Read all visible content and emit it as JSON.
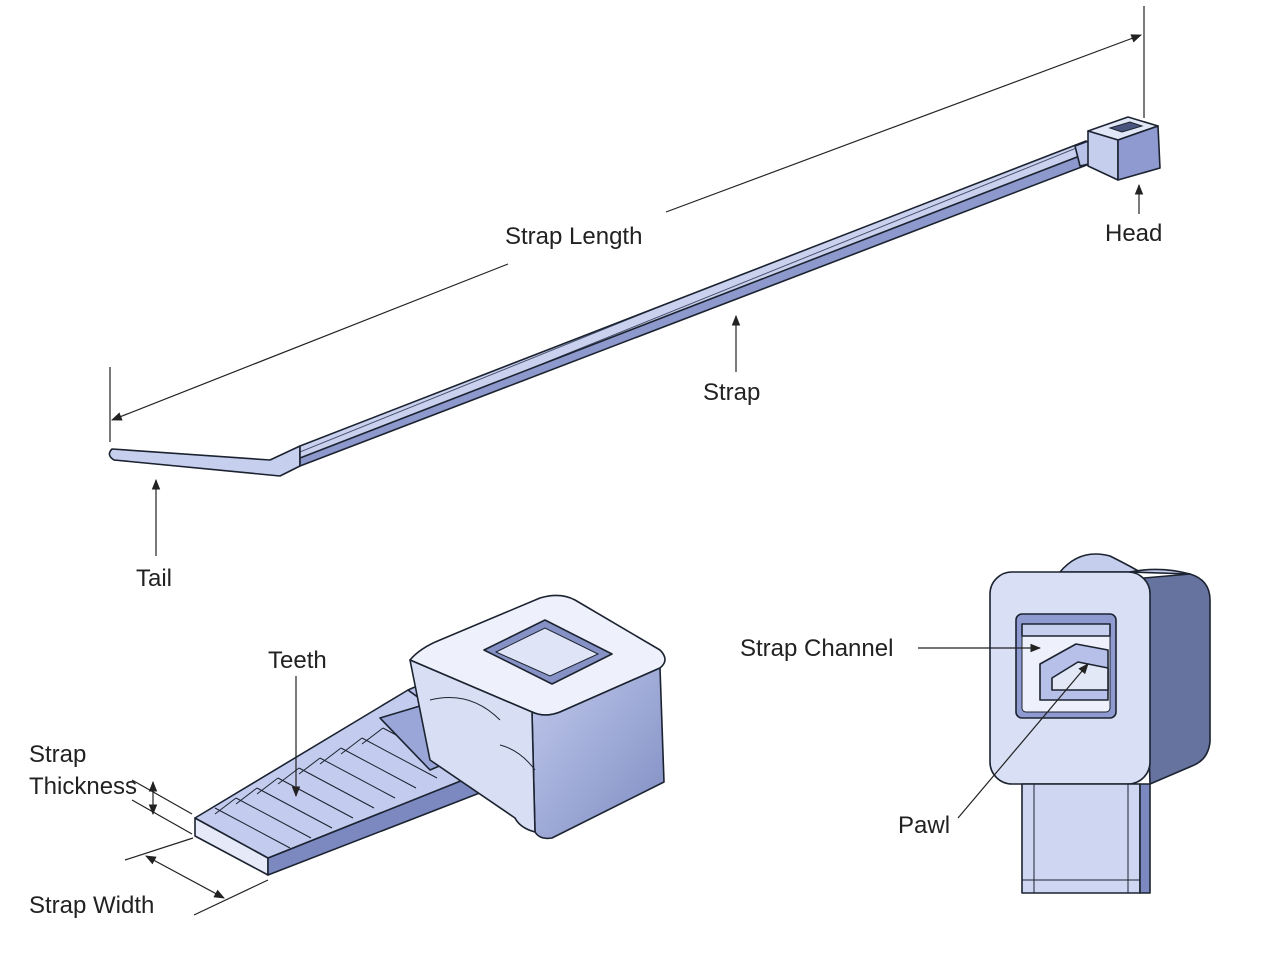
{
  "labels": {
    "strap_length": "Strap Length",
    "head": "Head",
    "strap": "Strap",
    "tail": "Tail",
    "teeth": "Teeth",
    "strap_thickness_line1": "Strap",
    "strap_thickness_line2": "Thickness",
    "strap_width": "Strap Width",
    "strap_channel": "Strap Channel",
    "pawl": "Pawl"
  },
  "colors": {
    "light_face": "#dde3f5",
    "mid_face": "#b3bde6",
    "dark_face": "#6e7bb3",
    "outline": "#1c2330",
    "text": "#222222"
  }
}
